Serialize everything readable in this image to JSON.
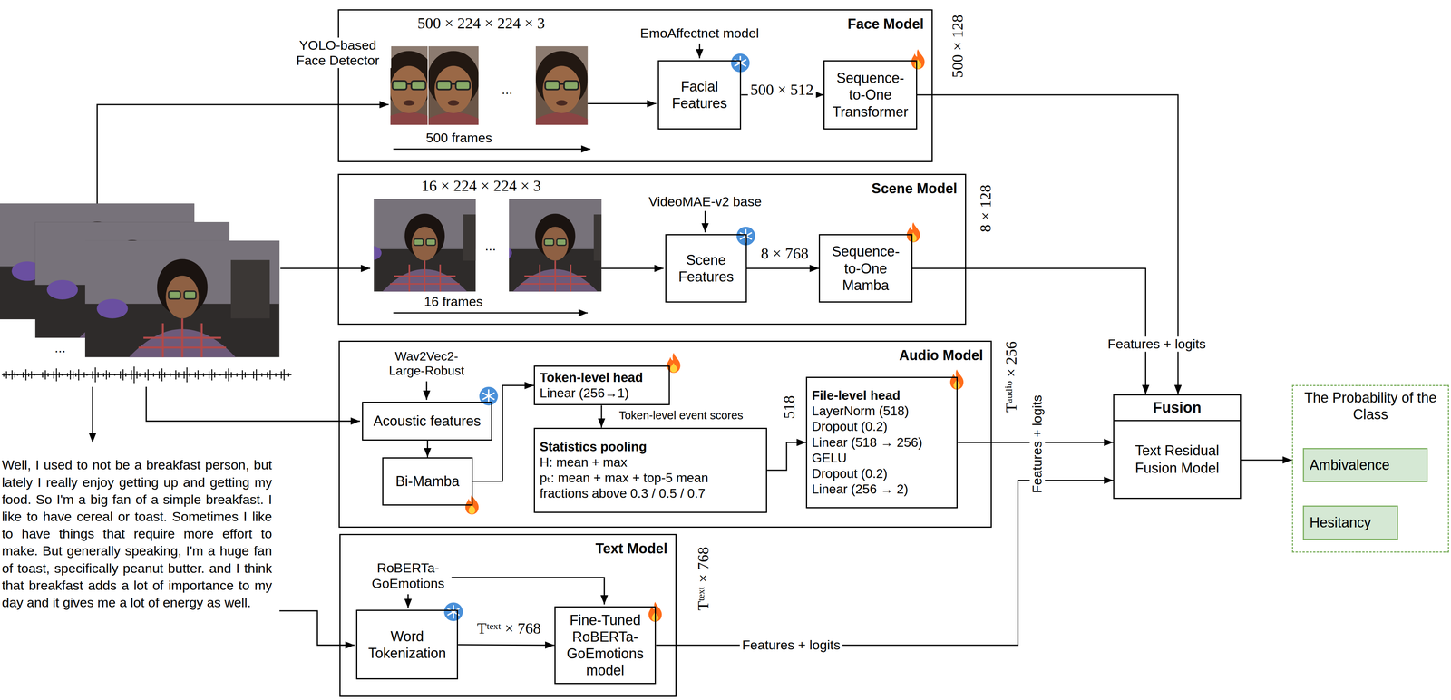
{
  "diagram": {
    "nodes": [
      {
        "text": [
          "Face Model"
        ]
      },
      {
        "text": [
          "Facial Features"
        ],
        "in": 0
      },
      {
        "text": [
          "Sequence-to-One Transformer"
        ],
        "in": 0
      },
      {
        "text": [
          "Scene Model"
        ]
      },
      {
        "text": [
          "Scene Features"
        ],
        "in": 3
      },
      {
        "text": [
          "Sequence-to-One Mamba"
        ],
        "in": 3
      },
      {
        "text": [
          "Audio Model"
        ]
      },
      {
        "text": [
          "Acoustic features"
        ],
        "in": 6
      },
      {
        "text": [
          "Bi-Mamba"
        ],
        "in": 6
      },
      {
        "text": [
          "Token-level head",
          "Linear (256→1)"
        ],
        "in": 6
      },
      {
        "text": [
          "Statistics pooling",
          "H: mean + max",
          "pₜ: mean + max + top-5 mean",
          "fractions above 0.3 / 0.5 / 0.7"
        ],
        "in": 6
      },
      {
        "text": [
          "File-level head",
          "LayerNorm (518)",
          "Dropout (0.2)",
          "Linear (518 → 256)",
          "GELU",
          "Dropout (0.2)",
          "Linear (256 → 2)"
        ],
        "in": 6
      },
      {
        "text": [
          "Text Model"
        ]
      },
      {
        "text": [
          "Word Tokenization"
        ],
        "in": 12
      },
      {
        "text": [
          "Fine-Tuned RoBERTa-GoEmotions model"
        ],
        "in": 12
      },
      {
        "text": [
          "Fusion",
          "Text Residual Fusion Model"
        ]
      },
      {
        "text": [
          "The Probability of the Class"
        ]
      },
      {
        "text": [
          "Ambivalence"
        ],
        "in": 16
      },
      {
        "text": [
          "Hesitancy"
        ],
        "in": 16
      }
    ],
    "edges": [
      {
        "from": 1,
        "to": 2,
        "arrow": "to",
        "label": "500 × 512"
      },
      {
        "from": 2,
        "to": 15,
        "arrow": "to"
      },
      {
        "from": 4,
        "to": 5,
        "arrow": "to",
        "label": "8 × 768"
      },
      {
        "from": 5,
        "to": 15,
        "arrow": "to"
      },
      {
        "from": 7,
        "to": 8,
        "arrow": "to"
      },
      {
        "from": 8,
        "to": 9,
        "arrow": "to"
      },
      {
        "from": 9,
        "to": 10,
        "arrow": "to",
        "label": "Token-level event scores"
      },
      {
        "from": 10,
        "to": 11,
        "arrow": "to"
      },
      {
        "from": 11,
        "to": 15,
        "arrow": "to"
      },
      {
        "from": 13,
        "to": 14,
        "arrow": "to",
        "label": "Tᵗᵉˣᵗ × 768"
      },
      {
        "from": 14,
        "to": 15,
        "arrow": "to",
        "label": "Features + logits"
      },
      {
        "from": 15,
        "to": 16,
        "arrow": "to"
      }
    ],
    "labels": [
      "YOLO-based Face Detector",
      "500 × 224 × 224 × 3",
      "...",
      "500 frames",
      "EmoAffectnet model",
      "500 × 128",
      "16 × 224 × 224 × 3",
      "...",
      "16 frames",
      "VideoMAE-v2 base",
      "8 × 128",
      "...",
      "Wav2Vec2-Large-Robust",
      "518",
      "Tᵃᵘᵈⁱᵒ × 256",
      "Features + logits",
      "RoBERTa-GoEmotions",
      "Tᵗᵉˣᵗ × 768",
      "Features + logits",
      "Well, I used to not be a breakfast person, but lately I really enjoy getting up and getting my food. So I'm a big fan of a simple breakfast. I like to have cereal or toast. Sometimes I like to have things that require more effort to make. But generally speaking, I'm a huge fan of toast, specifically peanut butter. and I think that breakfast adds a lot of importance to my day and it gives me a lot of energy as well."
    ]
  }
}
